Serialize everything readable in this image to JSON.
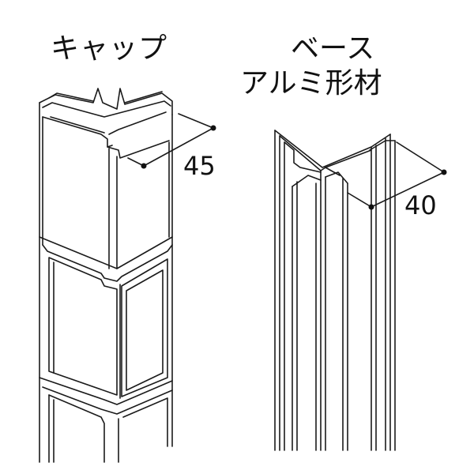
{
  "labels": {
    "cap": "キャップ",
    "base_line1": "ベース",
    "base_line2": "アルミ形材",
    "dim_cap": "45",
    "dim_base": "40"
  },
  "colors": {
    "stroke": "#1a1a1a",
    "fill": "#ffffff"
  }
}
